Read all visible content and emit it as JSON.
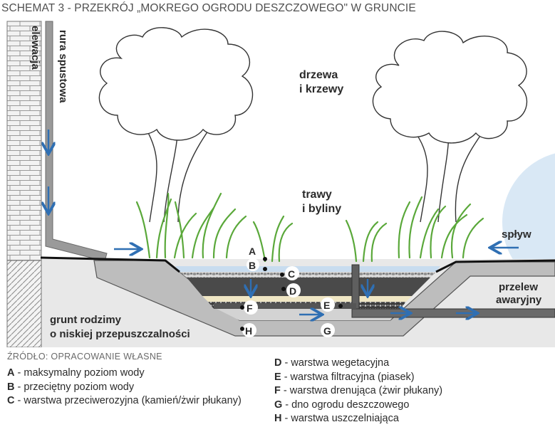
{
  "title": "SCHEMAT 3 - PRZEKRÓJ „MOKREGO OGRODU DESZCZOWEGO\" W GRUNCIE",
  "labels": {
    "elewacja": "elewacja",
    "rura": "rura spustowa",
    "drzewa_1": "drzewa",
    "drzewa_2": "i krzewy",
    "trawy_1": "trawy",
    "trawy_2": "i byliny",
    "splyw": "spływ",
    "przelew_1": "przelew",
    "przelew_2": "awaryjny",
    "grunt_1": "grunt rodzimy",
    "grunt_2": "o niskiej przepuszczalności"
  },
  "markers": [
    "A",
    "B",
    "C",
    "D",
    "E",
    "F",
    "G",
    "H"
  ],
  "source": "ŹRÓDŁO: OPRACOWANIE WŁASNE",
  "legend_left": [
    {
      "key": "A",
      "text": " - maksymalny poziom wody"
    },
    {
      "key": "B",
      "text": " - przeciętny poziom wody"
    },
    {
      "key": "C",
      "text": " - warstwa przeciwerozyjna (kamień/żwir płukany)"
    }
  ],
  "legend_right": [
    {
      "key": "D",
      "text": " - warstwa wegetacyjna"
    },
    {
      "key": "E",
      "text": " - warstwa filtracyjna (piasek)"
    },
    {
      "key": "F",
      "text": " - warstwa drenująca (żwir płukany)"
    },
    {
      "key": "G",
      "text": " - dno ogrodu deszczowego"
    },
    {
      "key": "H",
      "text": " -  warstwa uszczelniająca"
    }
  ],
  "colors": {
    "arrow": "#2f6fb3",
    "water": "#c8dcef",
    "grass": "#5aa83a",
    "soil": "#e3e3e3",
    "dark_layer": "#4a4a4a",
    "sand": "#efe6c4",
    "brick": "#f2f2f2",
    "sky_circle": "#d9e8f5"
  }
}
